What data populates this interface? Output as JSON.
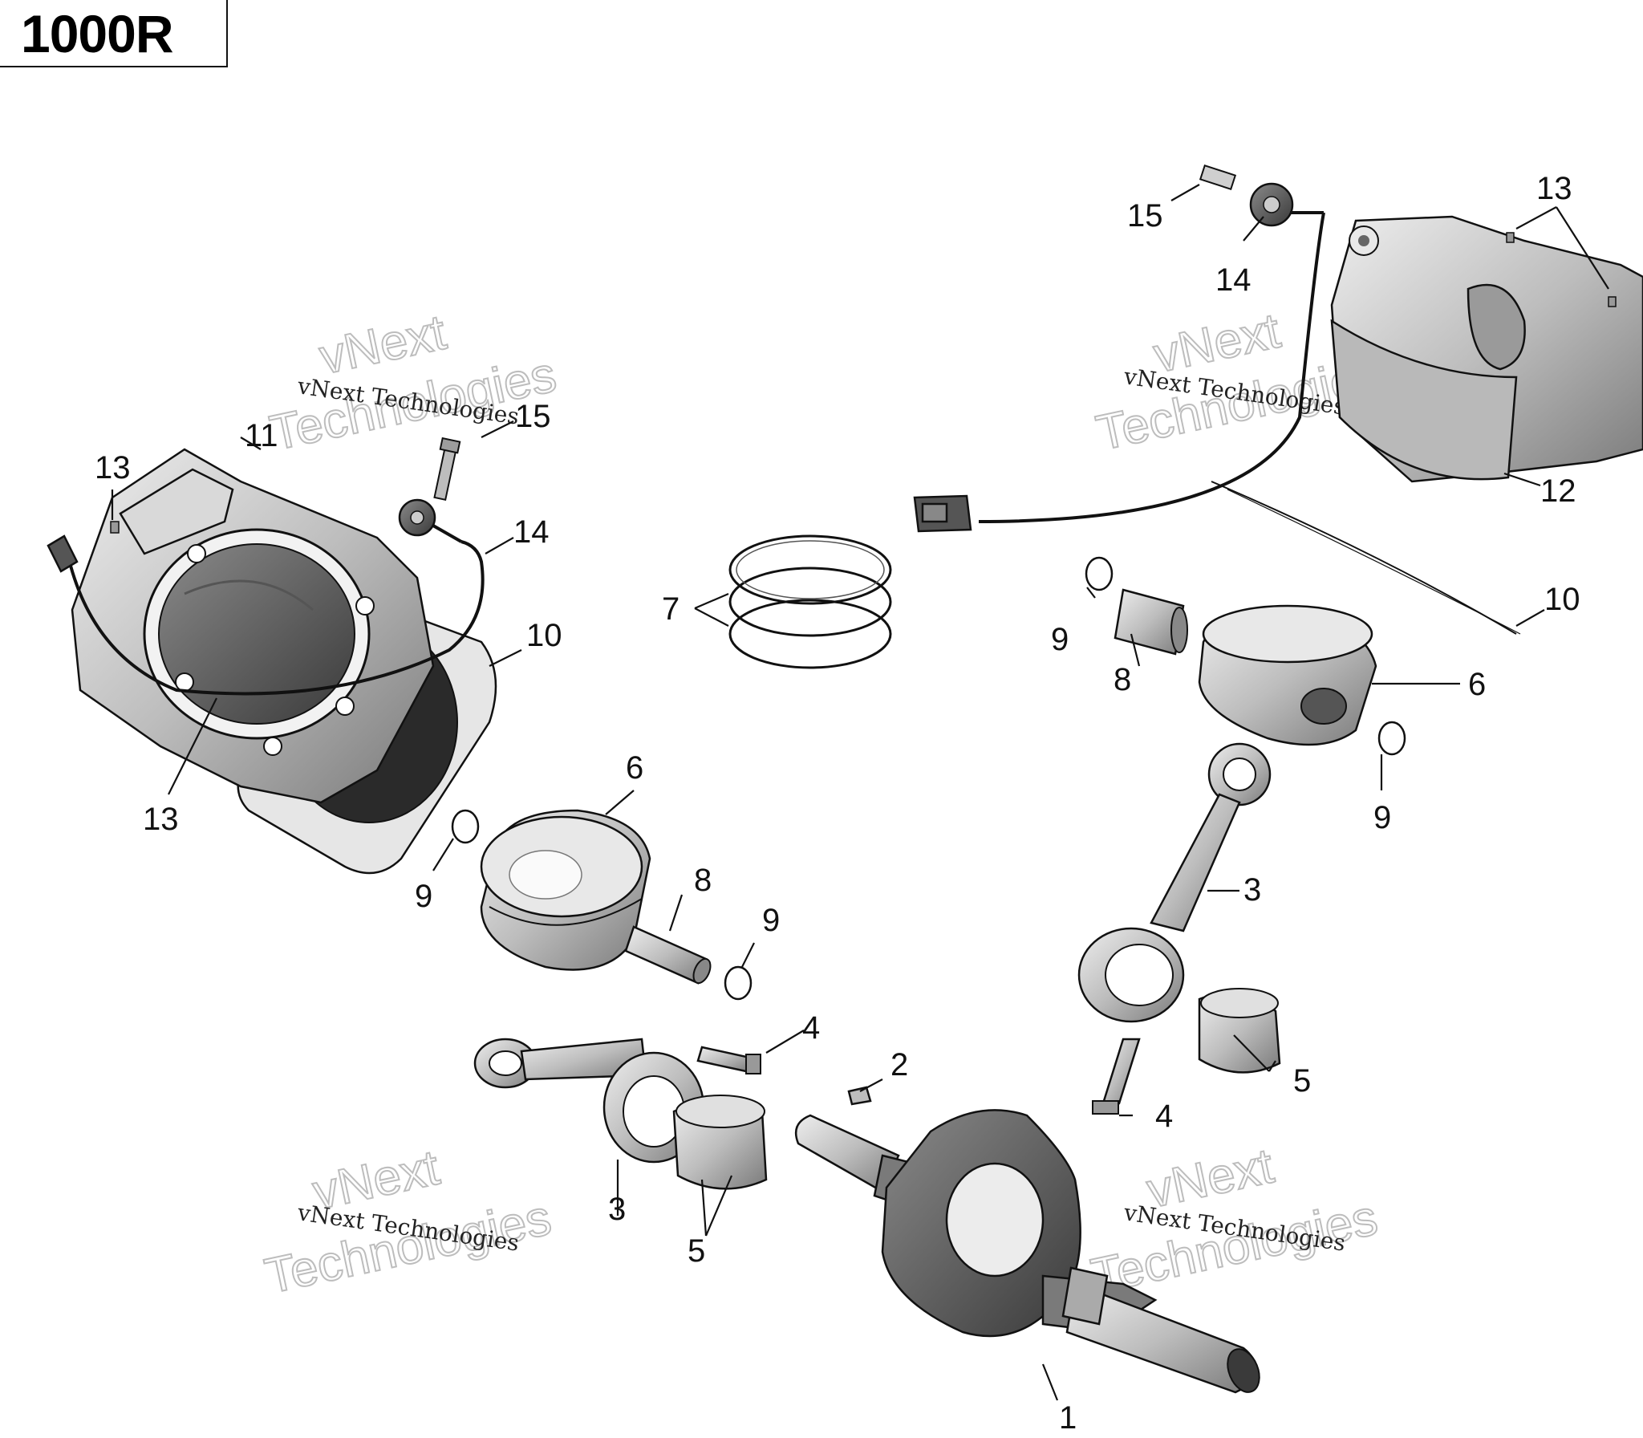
{
  "model_label": "1000R",
  "watermark": {
    "small": "vNext Technologies",
    "large_top": "vNext",
    "large_bottom": "Technologies"
  },
  "callouts": {
    "c1": "1",
    "c2": "2",
    "c3a": "3",
    "c3b": "3",
    "c4a": "4",
    "c4b": "4",
    "c5a": "5",
    "c5b": "5",
    "c6a": "6",
    "c6b": "6",
    "c7": "7",
    "c8a": "8",
    "c8b": "8",
    "c9a": "9",
    "c9b": "9",
    "c9c": "9",
    "c9d": "9",
    "c10a": "10",
    "c10b": "10",
    "c11": "11",
    "c12": "12",
    "c13a": "13",
    "c13b": "13",
    "c13c": "13",
    "c14a": "14",
    "c14b": "14",
    "c15a": "15",
    "c15b": "15"
  },
  "colors": {
    "part_fill": "#cfcfcf",
    "part_dark": "#6a6a6a",
    "line": "#111111"
  }
}
